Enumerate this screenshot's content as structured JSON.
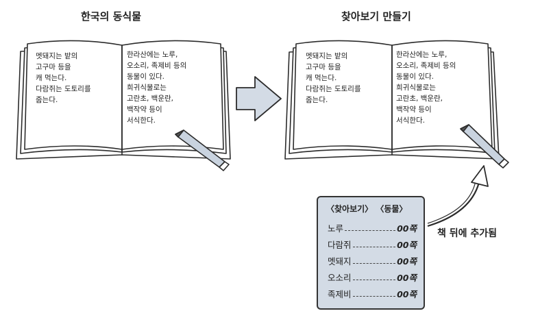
{
  "titles": {
    "left": "한국의 동식물",
    "right": "찾아보기 만들기"
  },
  "book": {
    "left_page": [
      "멧돼지는 밭의",
      "고구마 등을",
      "캐 먹는다.",
      "다람쥐는 도토리를",
      "줍는다."
    ],
    "right_page": [
      "한라산에는 노루,",
      "오소리, 족제비 등의",
      "동물이 있다.",
      "희귀식물로는",
      "고란초, 백운란,",
      "백작약 등이",
      "서식한다."
    ]
  },
  "index": {
    "title": "〈찾아보기〉 〈동물〉",
    "entries": [
      {
        "name": "노루",
        "page": "00쪽"
      },
      {
        "name": "다람쥐",
        "page": "00쪽"
      },
      {
        "name": "멧돼지",
        "page": "00쪽"
      },
      {
        "name": "오소리",
        "page": "00쪽"
      },
      {
        "name": "족제비",
        "page": "00쪽"
      }
    ]
  },
  "annotation": "책 뒤에 추가됨",
  "colors": {
    "page": "#ffffff",
    "outline": "#2b2b2b",
    "arrow_fill": "#d3dbe5",
    "index_fill": "#d3dbe5",
    "pencil": "#c9d3df"
  }
}
